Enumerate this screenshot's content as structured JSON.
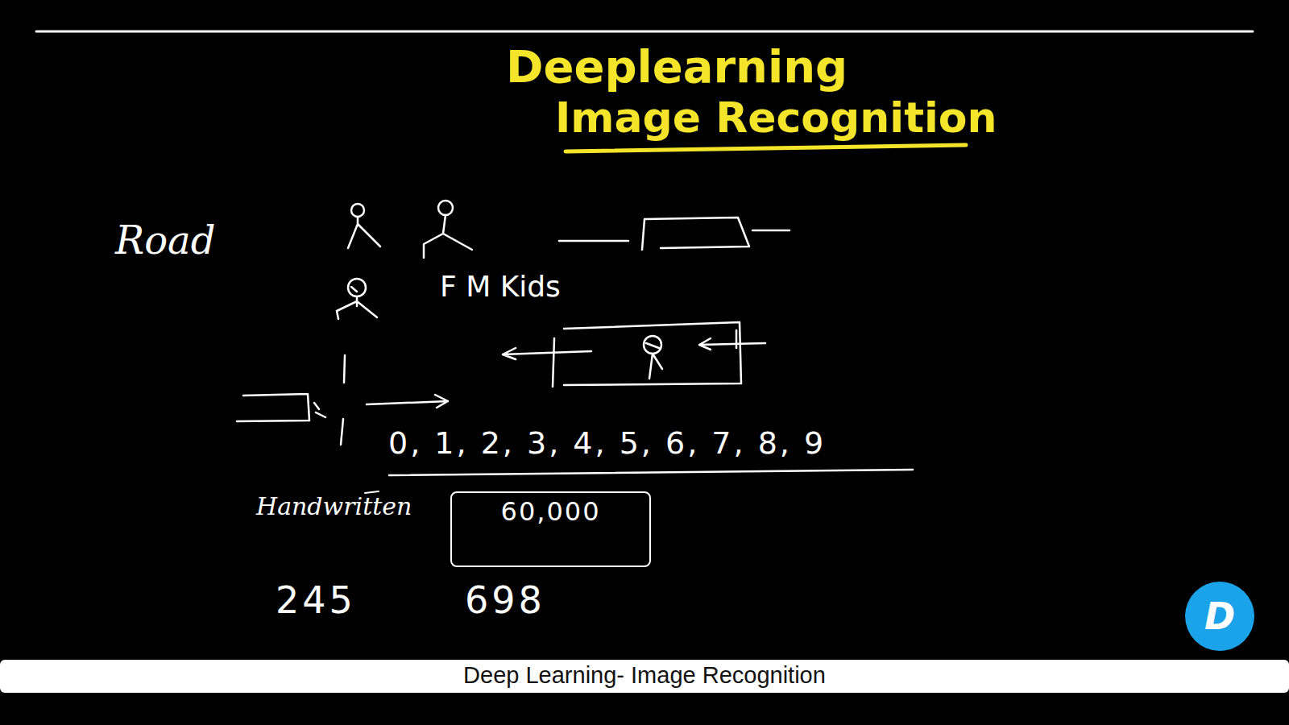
{
  "diagram": {
    "title": "Deeplearning",
    "caption": "Deep Learning- Image Recognition",
    "nodes": [
      {
        "text": [
          "60,000"
        ]
      }
    ],
    "labels": [
      "Image Recognition",
      "Road",
      "F M Kids",
      "0, 1, 2, 3, 4, 5, 6, 7, 8, 9",
      "Handwritten",
      "245",
      "698",
      "D"
    ]
  }
}
